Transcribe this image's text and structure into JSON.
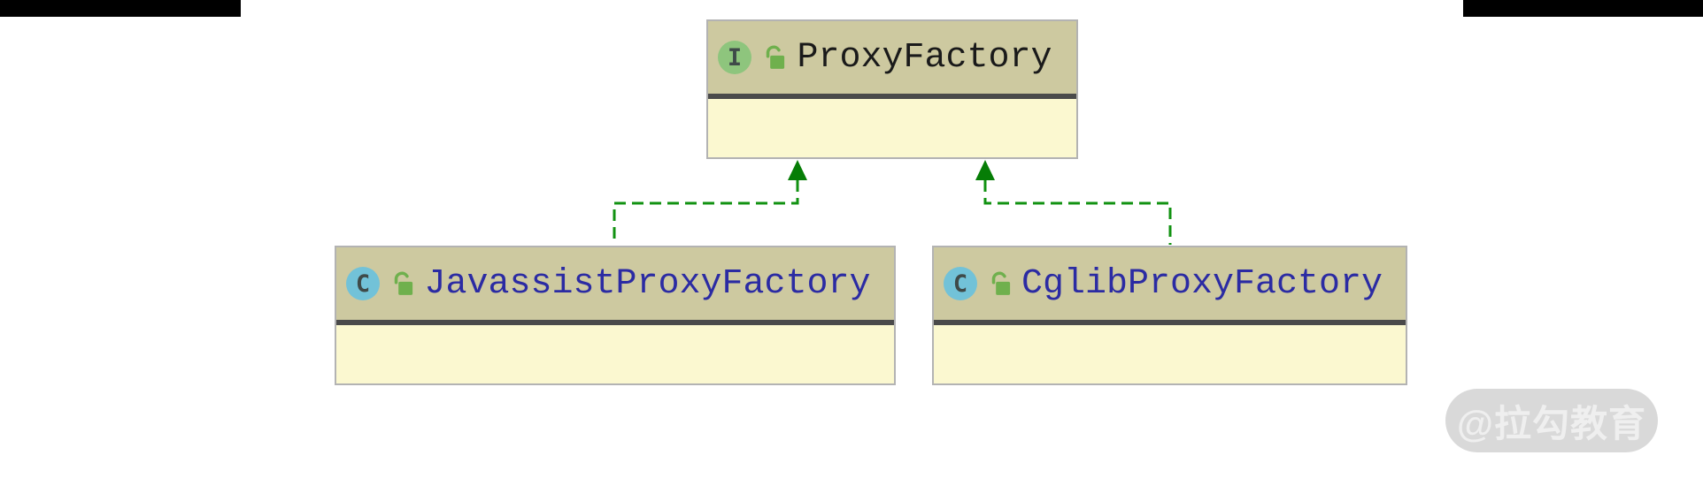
{
  "colors": {
    "page_bg": "#ffffff",
    "bar_black": "#000000",
    "node_header_bg": "#cdc9a0",
    "node_body_bg": "#fbf8d0",
    "node_border": "#b3b3b3",
    "node_separator": "#4a4a4a",
    "interface_name": "#1a1a1a",
    "class_name": "#2b2ba3",
    "interface_icon_bg": "#8ec57d",
    "class_icon_bg": "#72c2d8",
    "icon_letter": "#3f4a49",
    "lock_green": "#6fb04d",
    "edge_green": "#119211",
    "arrow_green": "#067d06",
    "watermark_bg": "#d9d9d9",
    "watermark_text": "#efefef"
  },
  "diagram": {
    "nodes": [
      {
        "name": "ProxyFactory",
        "kind": "interface",
        "icon_letter": "I",
        "visibility_icon": "unlocked-public",
        "members_shown": ""
      },
      {
        "name": "JavassistProxyFactory",
        "kind": "class",
        "icon_letter": "C",
        "visibility_icon": "unlocked-public",
        "members_shown": ""
      },
      {
        "name": "CglibProxyFactory",
        "kind": "class",
        "icon_letter": "C",
        "visibility_icon": "unlocked-public",
        "members_shown": ""
      }
    ],
    "edges": [
      {
        "from": "JavassistProxyFactory",
        "to": "ProxyFactory",
        "type": "realization",
        "style": "green-dashed-hollowless-triangle"
      },
      {
        "from": "CglibProxyFactory",
        "to": "ProxyFactory",
        "type": "realization",
        "style": "green-dashed-hollowless-triangle"
      }
    ]
  },
  "watermark": {
    "text": "@拉勾教育"
  }
}
